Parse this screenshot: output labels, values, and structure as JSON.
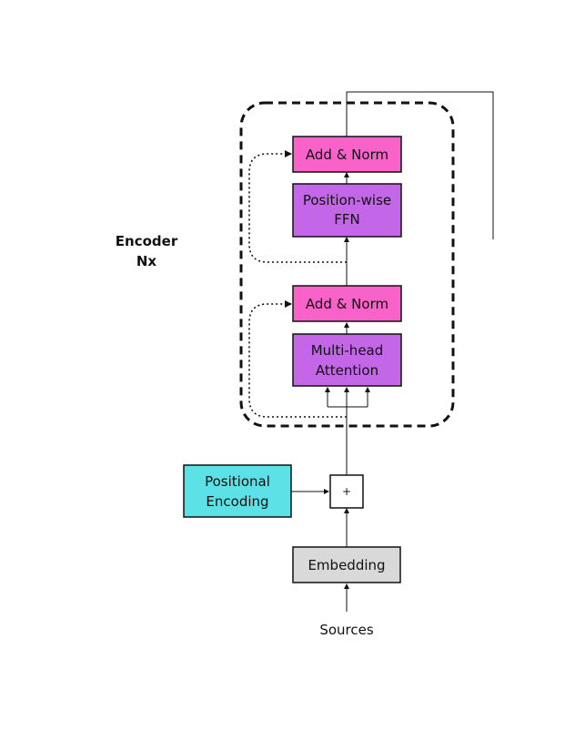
{
  "encoder": {
    "label_line1": "Encoder",
    "label_line2": "Nx"
  },
  "blocks": {
    "add_norm_top": "Add & Norm",
    "ffn_line1": "Position-wise",
    "ffn_line2": "FFN",
    "add_norm_bottom": "Add & Norm",
    "attention_line1": "Multi-head",
    "attention_line2": "Attention",
    "positional_line1": "Positional",
    "positional_line2": "Encoding",
    "plus": "+",
    "embedding": "Embedding",
    "sources": "Sources"
  },
  "colors": {
    "add_norm": "#f962c8",
    "ffn": "#c466e8",
    "attention": "#c466e8",
    "positional": "#5ce1e6",
    "embedding": "#d9d9d9",
    "plus_box": "#ffffff",
    "stroke": "#111111"
  }
}
